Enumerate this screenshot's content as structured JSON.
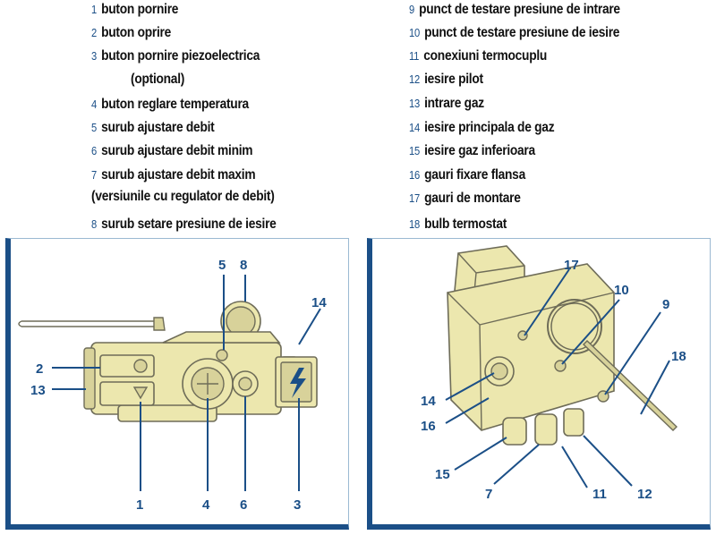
{
  "legend": [
    {
      "num": "1",
      "text": "buton pornire"
    },
    {
      "num": "2",
      "text": "buton oprire"
    },
    {
      "num": "3",
      "text": "buton pornire piezoelectrica"
    },
    {
      "num": "",
      "text": "(optional)"
    },
    {
      "num": "4",
      "text": "buton reglare temperatura"
    },
    {
      "num": "5",
      "text": "surub ajustare debit"
    },
    {
      "num": "6",
      "text": "surub ajustare debit minim"
    },
    {
      "num": "7",
      "text": "surub ajustare debit maxim"
    },
    {
      "num": "",
      "text": "(versiunile cu regulator de debit)"
    },
    {
      "num": "8",
      "text": "surub setare presiune de iesire"
    },
    {
      "num": "9",
      "text": "punct de testare presiune de intrare"
    },
    {
      "num": "10",
      "text": "punct de testare presiune de iesire"
    },
    {
      "num": "11",
      "text": "conexiuni termocuplu"
    },
    {
      "num": "12",
      "text": "iesire pilot"
    },
    {
      "num": "13",
      "text": "intrare gaz"
    },
    {
      "num": "14",
      "text": "iesire principala de gaz"
    },
    {
      "num": "15",
      "text": "iesire gaz inferioara"
    },
    {
      "num": "16",
      "text": "gauri fixare flansa"
    },
    {
      "num": "17",
      "text": "gauri de montare"
    },
    {
      "num": "18",
      "text": "bulb termostat"
    }
  ],
  "left_callouts": [
    "5",
    "8",
    "14",
    "2",
    "13",
    "1",
    "4",
    "6",
    "3"
  ],
  "right_callouts": [
    "17",
    "10",
    "9",
    "18",
    "14",
    "16",
    "15",
    "7",
    "11",
    "12"
  ],
  "colors": {
    "accent": "#1b4f87",
    "device": "#ece7ae",
    "outline": "#6e6c58"
  }
}
